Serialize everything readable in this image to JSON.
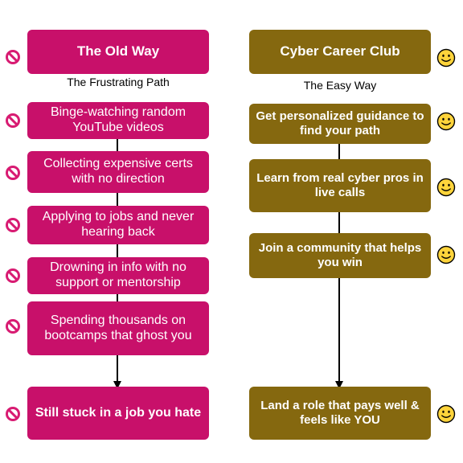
{
  "colors": {
    "old_way_fill": "#c8106a",
    "easy_way_fill": "#85680f",
    "no_icon": "#d81b72",
    "smiley_fill": "#ffd43b"
  },
  "left": {
    "header": "The Old Way",
    "subtitle": "The Frustrating Path",
    "steps": [
      "Binge-watching random YouTube videos",
      "Collecting expensive certs with no direction",
      "Applying to jobs and never hearing back",
      "Drowning in info with no support or mentorship",
      "Spending thousands on bootcamps that ghost you"
    ],
    "outcome": "Still stuck in a job you hate",
    "icon": "no-entry-icon"
  },
  "right": {
    "header": "Cyber Career Club",
    "subtitle": "The Easy Way",
    "steps": [
      "Get personalized guidance to find your path",
      "Learn from real cyber pros in live calls",
      "Join a community that helps you win"
    ],
    "outcome": "Land a role that pays well & feels like YOU",
    "icon": "smiley-face-icon"
  }
}
